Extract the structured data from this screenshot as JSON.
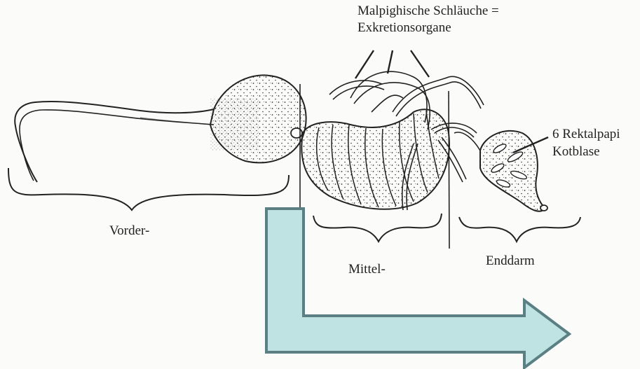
{
  "labels": {
    "malpighi_line1": "Malpighische Schläuche =",
    "malpighi_line2": "Exkretionsorgane",
    "rektal_line1": "6 Rektalpapi",
    "rektal_line2": "Kotblase",
    "vorder": "Vorder-",
    "mittel": "Mittel-",
    "enddarm": "Enddarm"
  },
  "colors": {
    "ink": "#222222",
    "arrow_fill": "#bfe3e2",
    "arrow_stroke": "#5c7f83",
    "paper": "#fbfbfa"
  }
}
